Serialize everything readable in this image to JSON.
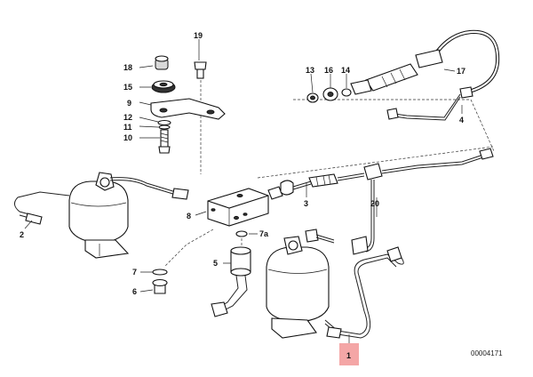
{
  "diagram": {
    "callouts": {
      "c1": "1",
      "c2": "2",
      "c3": "3",
      "c4": "4",
      "c5": "5",
      "c6": "6",
      "c7": "7a",
      "c7b": "7",
      "c8": "8",
      "c9": "9",
      "c10": "10",
      "c11": "11",
      "c12": "12",
      "c13": "13",
      "c14": "14",
      "c15": "15",
      "c16": "16",
      "c17": "17",
      "c18": "18",
      "c19": "19",
      "c20": "20"
    },
    "highlighted_callout": "1",
    "highlight_color": "#f4a6a6",
    "drawing_number": "00004171"
  }
}
